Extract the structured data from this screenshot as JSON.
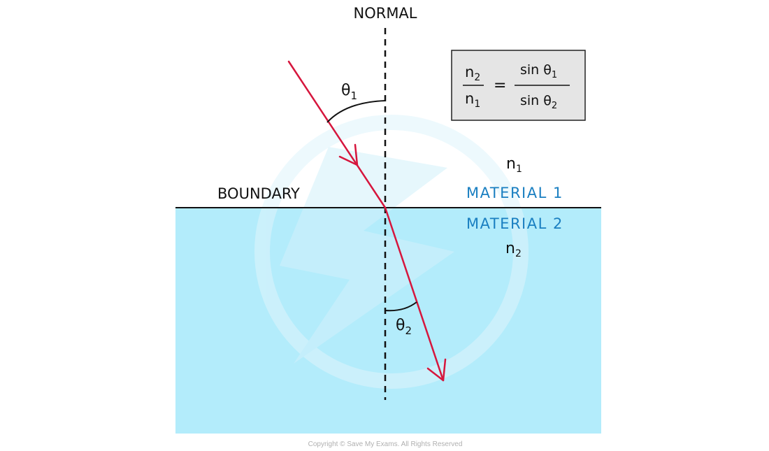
{
  "labels": {
    "normal": "NORMAL",
    "boundary": "BOUNDARY",
    "material_1": "MATERIAL 1",
    "material_2": "MATERIAL 2",
    "n_symbol": "n",
    "n1_sub": "1",
    "n2_sub": "2",
    "theta_symbol": "θ",
    "theta1_sub": "1",
    "theta2_sub": "2"
  },
  "formula": {
    "lhs_num": "n",
    "lhs_num_sub": "2",
    "lhs_den": "n",
    "lhs_den_sub": "1",
    "equals": "=",
    "rhs_num": "sin θ",
    "rhs_num_sub": "1",
    "rhs_den": "sin θ",
    "rhs_den_sub": "2"
  },
  "copyright": "Copyright © Save My Exams. All Rights Reserved",
  "colors": {
    "ray": "#d6163d",
    "water": "#b3ecfb",
    "material_text": "#1a7fc1",
    "formula_box": "#e5e5e5",
    "watermark": "#d9f2fb",
    "copyright": "#b0b0b0"
  }
}
